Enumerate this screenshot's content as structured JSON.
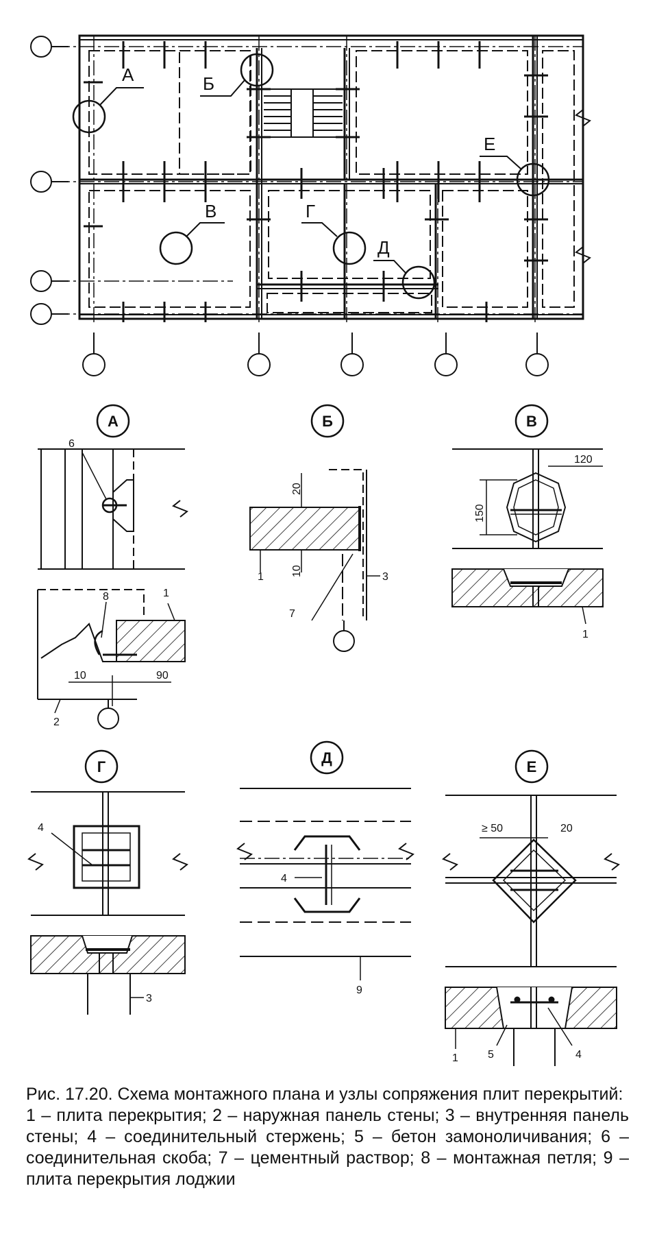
{
  "plan": {
    "callouts": [
      "А",
      "Б",
      "В",
      "Г",
      "Д",
      "Е"
    ]
  },
  "details": {
    "A": {
      "title": "А",
      "n6": "6",
      "n8": "8",
      "n1": "1",
      "n2": "2",
      "d10": "10",
      "d90": "90"
    },
    "B": {
      "title": "Б",
      "d20": "20",
      "d10": "10",
      "n1": "1",
      "n3": "3",
      "n7": "7"
    },
    "V": {
      "title": "В",
      "d120": "120",
      "d150": "150",
      "n1": "1"
    },
    "G": {
      "title": "Г",
      "n4": "4",
      "n3": "3"
    },
    "D": {
      "title": "Д",
      "n4": "4",
      "n9": "9"
    },
    "E": {
      "title": "Е",
      "d50": "≥ 50",
      "d20": "20",
      "n1": "1",
      "n5": "5",
      "n4": "4"
    }
  },
  "caption": {
    "title": "Рис. 17.20. Схема монтажного плана и узлы сопряжения плит перекрытий:",
    "legend": "1 – плита перекрытия; 2 – наружная панель стены; 3 – внутренняя панель стены; 4 – соединительный стержень; 5 – бетон замоноличивания; 6 – соединительная скоба; 7 – цементный раствор; 8 – монтажная петля; 9 – плита перекрытия лоджии"
  }
}
